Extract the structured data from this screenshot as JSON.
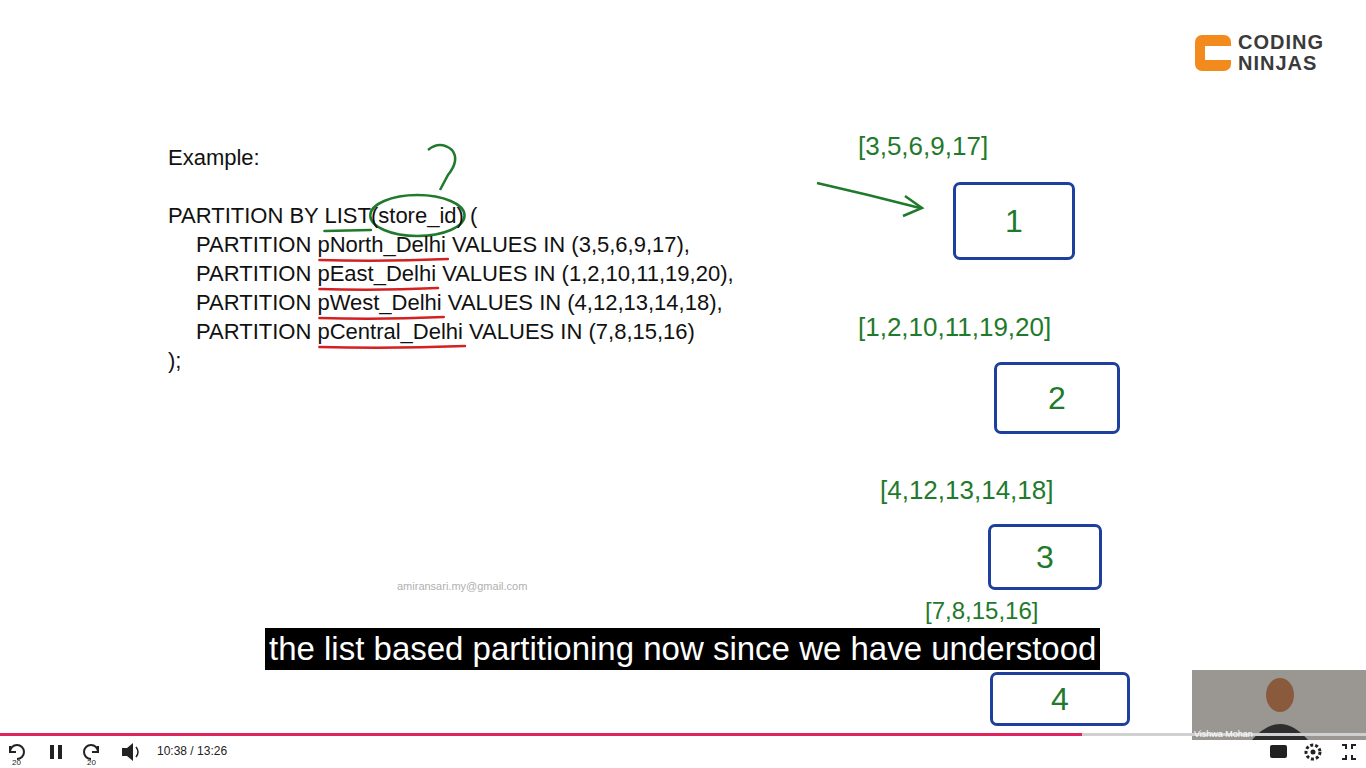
{
  "diagram": {
    "nodes": [
      {
        "text": [
          "1"
        ]
      },
      {
        "text": [
          "2"
        ]
      },
      {
        "text": [
          "3"
        ]
      },
      {
        "text": [
          "4"
        ]
      }
    ],
    "labels": [
      "CODING",
      "NINJAS",
      "Example:",
      "PARTITION BY LIST(store_id) (",
      "PARTITION pNorth_Delhi VALUES IN (3,5,6,9,17),",
      "PARTITION pEast_Delhi VALUES IN (1,2,10,11,19,20),",
      "PARTITION pWest_Delhi VALUES IN (4,12,13,14,18),",
      "PARTITION pCentral_Delhi VALUES IN (7,8,15,16)",
      ");",
      "[3,5,6,9,17]",
      "[1,2,10,11,19,20]",
      "[4,12,13,14,18]",
      "[7,8,15,16]",
      "amiransari.my@gmail.com",
      "the list based partitioning now since we have understood",
      "20",
      "20",
      "10:38 / 13:26",
      "Vishwa Mohan"
    ]
  }
}
